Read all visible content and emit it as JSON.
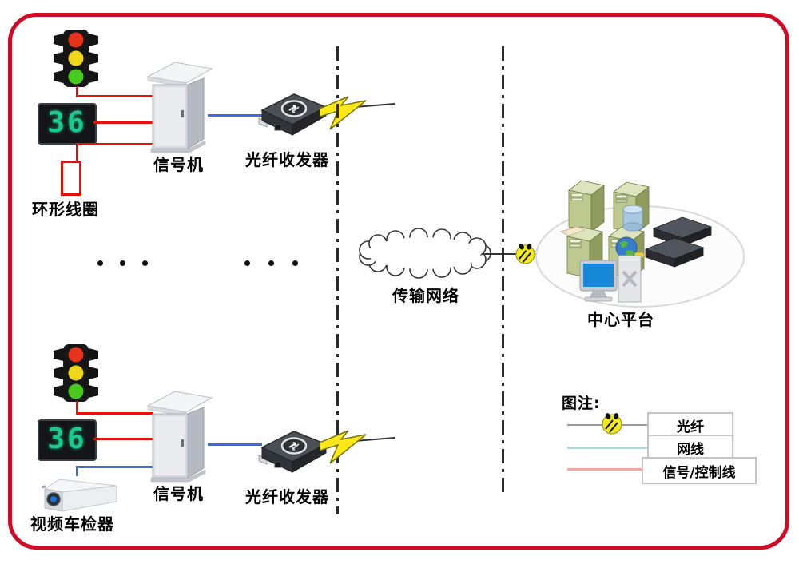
{
  "diagram": {
    "top_intersection": {
      "counter_value": "36",
      "loop_coil_label": "环形线圈",
      "signal_machine_label": "信号机",
      "fiber_transceiver_label": "光纤收发器"
    },
    "bottom_intersection": {
      "counter_value": "36",
      "video_detector_label": "视频车检器",
      "signal_machine_label": "信号机",
      "fiber_transceiver_label": "光纤收发器"
    },
    "network": {
      "transmission_network_label": "传输网络"
    },
    "center": {
      "center_platform_label": "中心平台"
    }
  },
  "legend": {
    "title": "图注:",
    "items": [
      {
        "label": "光纤"
      },
      {
        "label": "网线"
      },
      {
        "label": "信号/控制线"
      }
    ]
  },
  "colors": {
    "frame_border": "#d10a26",
    "signal_control_line": "#e8100a",
    "network_line": "#3a6be0",
    "fiber_line": "#9a9a9a",
    "legend_network_line": "#aadcdc",
    "legend_signal_line": "#f0a8a2",
    "fiber_connector": "#f2ea1c",
    "counter_digits": "#19c98e"
  }
}
